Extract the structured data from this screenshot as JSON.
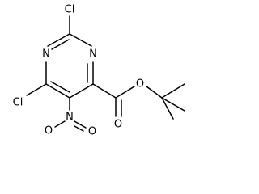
{
  "molecule": {
    "atoms": {
      "cl_top": "Cl",
      "n1": "N",
      "n3": "N",
      "cl_left": "Cl",
      "ester_o": "O",
      "carbonyl_o": "O",
      "nitro_n": "N",
      "nitro_o_left": "O",
      "nitro_o_right": "O"
    }
  }
}
